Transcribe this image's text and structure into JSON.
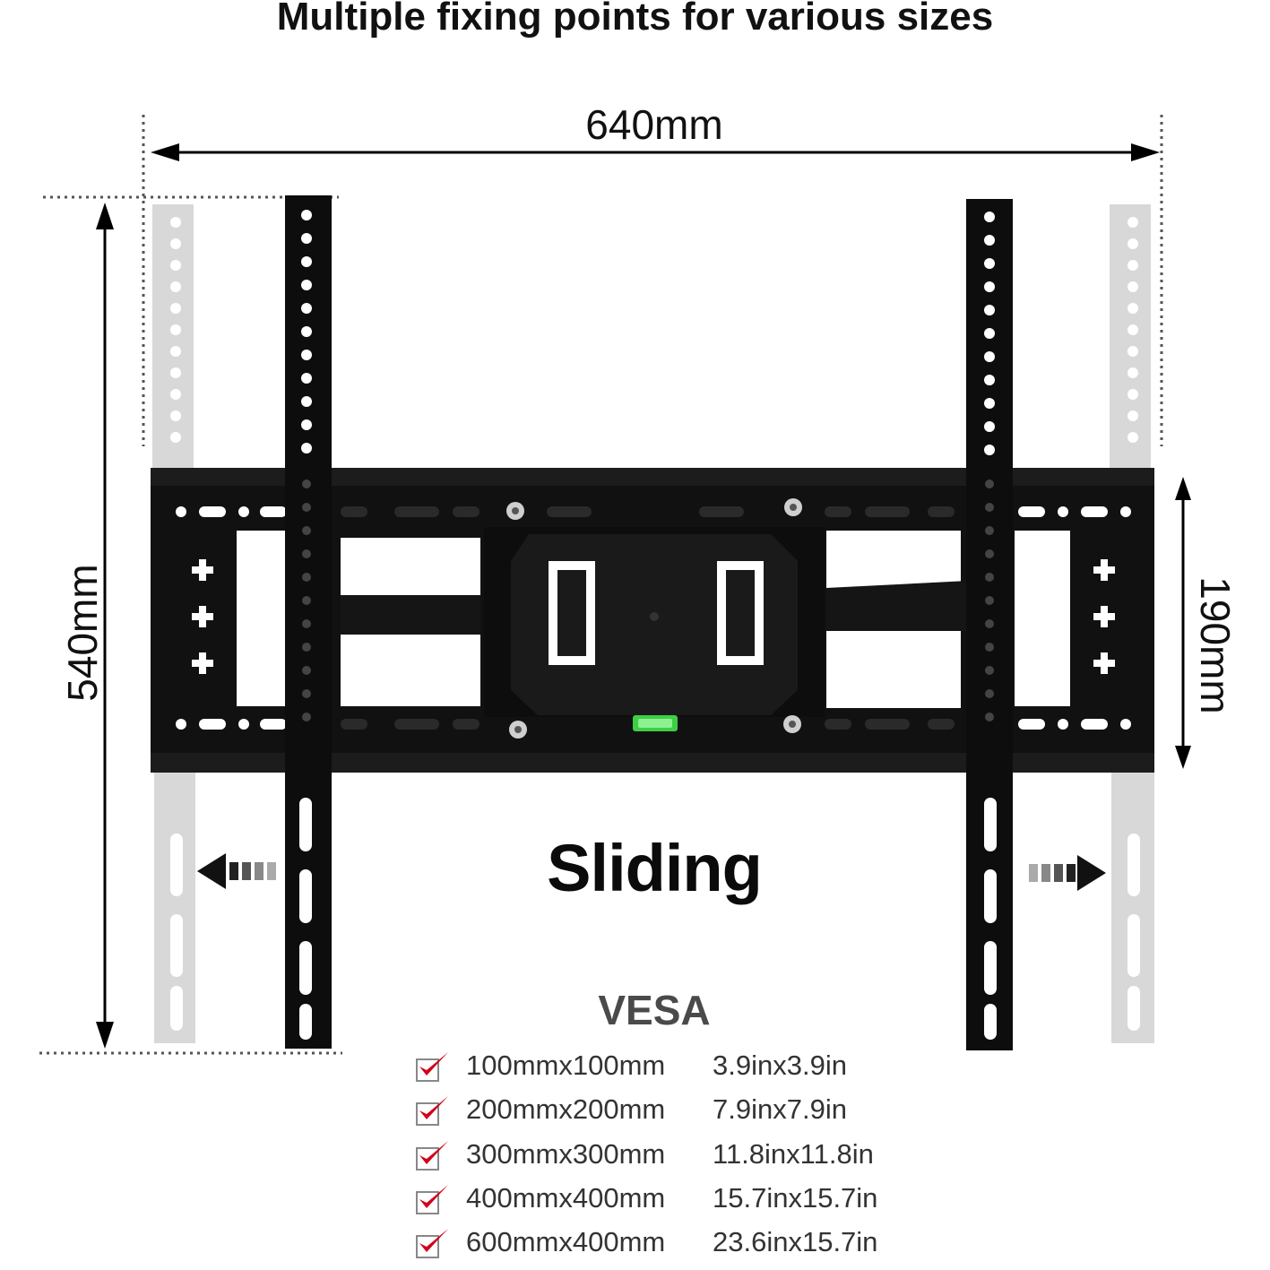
{
  "title": "Multiple fixing points for various sizes",
  "dimensions": {
    "width": "640mm",
    "height": "540mm",
    "rail_spacing": "190mm"
  },
  "sliding_label": "Sliding",
  "vesa": {
    "title": "VESA",
    "sizes": [
      {
        "mm": "100mmx100mm",
        "inch": "3.9inx3.9in"
      },
      {
        "mm": "200mmx200mm",
        "inch": "7.9inx7.9in"
      },
      {
        "mm": "300mmx300mm",
        "inch": "11.8inx11.8in"
      },
      {
        "mm": "400mmx400mm",
        "inch": "15.7inx15.7in"
      },
      {
        "mm": "600mmx400mm",
        "inch": "23.6inx15.7in"
      }
    ]
  },
  "colors": {
    "bracket": "#111111",
    "ghost_bracket": "#d8d8d8",
    "check_mark": "#d0021b",
    "level_bubble": "#33cc33"
  },
  "icons": [
    "check-icon",
    "arrow-left-icon",
    "arrow-right-icon",
    "spirit-level-icon"
  ]
}
